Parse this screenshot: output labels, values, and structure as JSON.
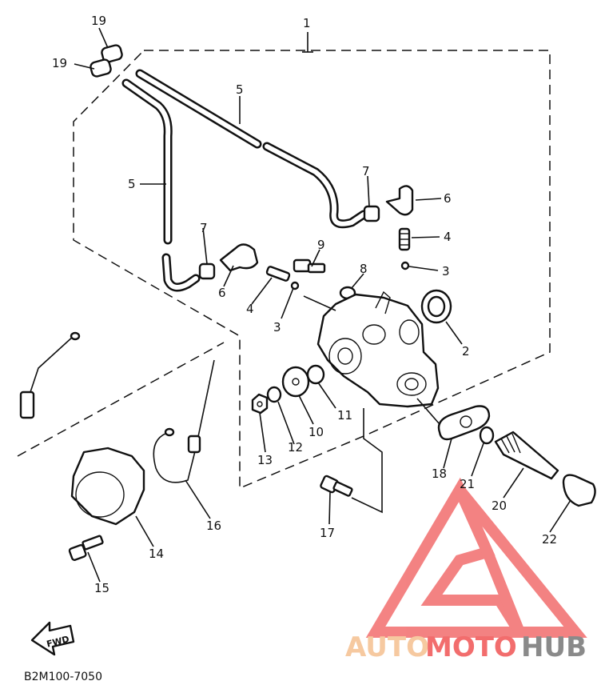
{
  "diagram": {
    "code": "B2M100-7050",
    "fwd_label": "FWD",
    "watermark": {
      "part1": "AUTO",
      "part2": "MOTO",
      "part3": "HUB",
      "color_auto": "#f6c9a0",
      "color_moto": "#f26d6d",
      "color_hub": "#8a8a8a"
    },
    "callouts": {
      "c1": "1",
      "c2": "2",
      "c3a": "3",
      "c3b": "3",
      "c4a": "4",
      "c4b": "4",
      "c5a": "5",
      "c5b": "5",
      "c6a": "6",
      "c6b": "6",
      "c7a": "7",
      "c7b": "7",
      "c8": "8",
      "c9": "9",
      "c10": "10",
      "c11": "11",
      "c12": "12",
      "c13": "13",
      "c14": "14",
      "c15": "15",
      "c16": "16",
      "c17": "17",
      "c18": "18",
      "c19a": "19",
      "c19b": "19",
      "c20": "20",
      "c21": "21",
      "c22": "22"
    }
  }
}
